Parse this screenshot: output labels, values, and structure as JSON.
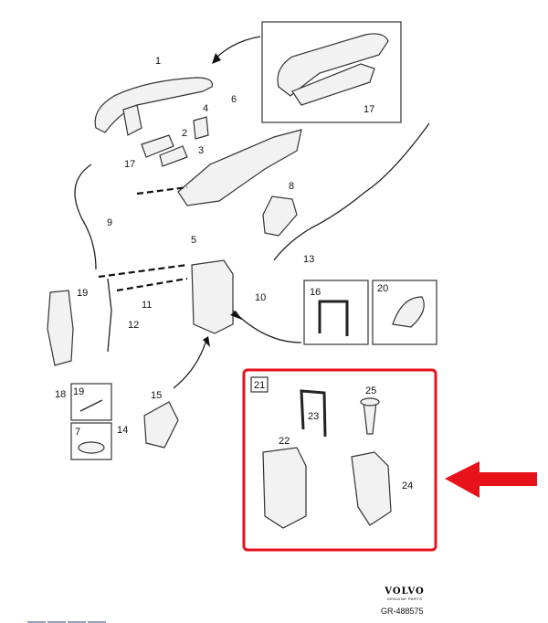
{
  "callouts": [
    "1",
    "2",
    "3",
    "4",
    "5",
    "6",
    "7",
    "8",
    "9",
    "10",
    "11",
    "12",
    "13",
    "14",
    "15",
    "16",
    "17",
    "17",
    "18",
    "19",
    "19",
    "20",
    "21",
    "22",
    "23",
    "24",
    "25"
  ],
  "logo": {
    "brand": "VOLVO",
    "tagline": "GENUINE PARTS"
  },
  "reference": "GR-488575",
  "colors": {
    "highlight_box": "#e8121b",
    "arrow": "#e8121b"
  }
}
